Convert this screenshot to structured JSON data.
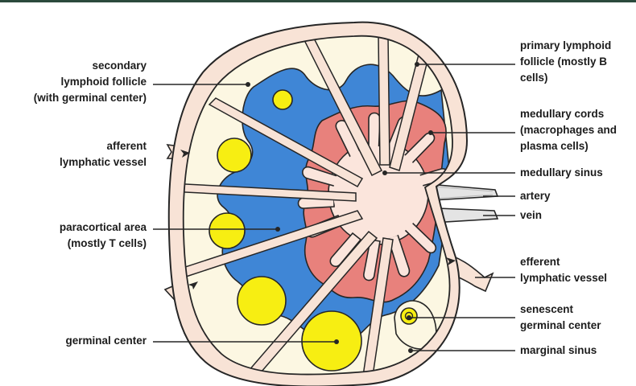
{
  "labels": {
    "secondary_follicle": [
      "secondary",
      "lymphoid follicle",
      "(with germinal center)"
    ],
    "afferent_vessel": [
      "afferent",
      "lymphatic vessel"
    ],
    "paracortical_area": [
      "paracortical area",
      "(mostly T cells)"
    ],
    "germinal_center": [
      "germinal center"
    ],
    "primary_follicle": [
      "primary lymphoid",
      "follicle (mostly B",
      "cells)"
    ],
    "medullary_cords": [
      "medullary cords",
      "(macrophages and",
      "plasma cells)"
    ],
    "medullary_sinus": [
      "medullary sinus"
    ],
    "artery": [
      "artery"
    ],
    "vein": [
      "vein"
    ],
    "efferent_vessel": [
      "efferent",
      "lymphatic vessel"
    ],
    "senescent_center": [
      "senescent",
      "germinal center"
    ],
    "marginal_sinus": [
      "marginal sinus"
    ]
  },
  "colors": {
    "capsule": "#f8e3d6",
    "outline": "#262626",
    "follicle_zone": "#fcf7e2",
    "paracortex": "#3f86d6",
    "medullary_cord": "#e8817c",
    "medullary_sinus": "#fbe5dc",
    "germinal_center": "#f7ee12",
    "vessel": "#e4e4e4",
    "top_rule": "#2b4a3c"
  }
}
